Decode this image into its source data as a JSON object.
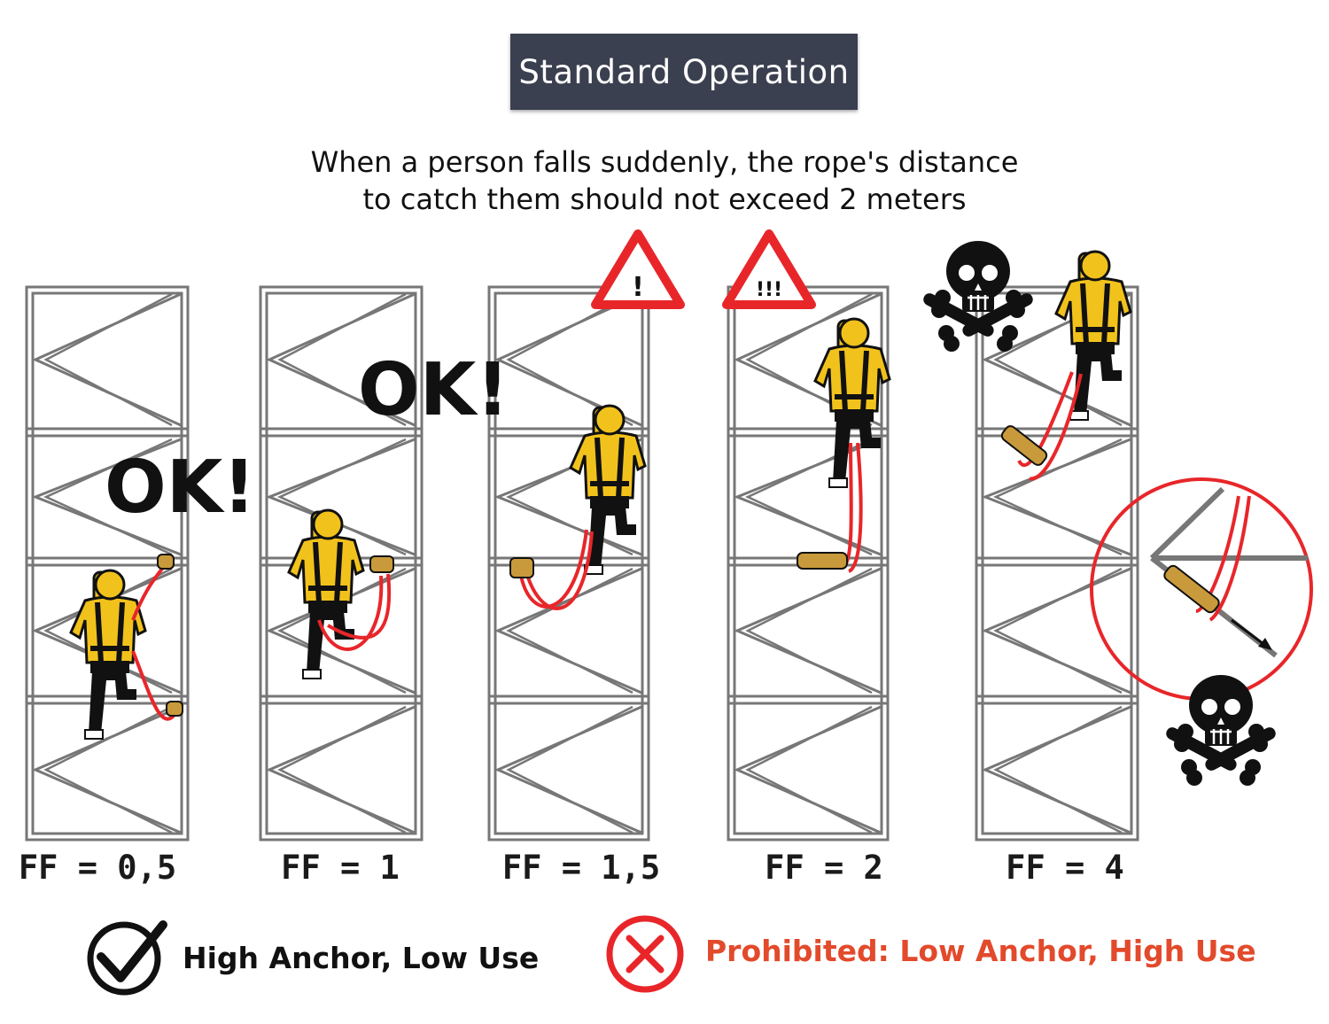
{
  "header": {
    "title": "Standard Operation",
    "subtitle_line1": "When a person falls suddenly, the rope's distance",
    "subtitle_line2": "to catch them should not exceed 2 meters"
  },
  "panels": [
    {
      "ff_label": "FF = 0,5",
      "callout": "OK!",
      "status": "ok"
    },
    {
      "ff_label": "FF = 1",
      "callout": "OK!",
      "status": "ok"
    },
    {
      "ff_label": "FF = 1,5",
      "callout": "!",
      "status": "warning"
    },
    {
      "ff_label": "FF = 2",
      "callout": "!!!",
      "status": "danger"
    },
    {
      "ff_label": "FF = 4",
      "callout": "",
      "status": "fatal"
    }
  ],
  "legend": {
    "ok_label": "High Anchor, Low Use",
    "prohibited_label": "Prohibited: Low Anchor, High Use"
  },
  "icons": [
    "checkmark-icon",
    "x-circle-icon",
    "warning-triangle-icon",
    "skull-icon"
  ],
  "colors": {
    "title_bg": "#3b4050",
    "worker_yellow": "#f2c21c",
    "rope_red": "#e8262a",
    "warning_red": "#e8262a",
    "prohibited_text": "#e24a2b",
    "scaffold_grey": "#777777"
  }
}
